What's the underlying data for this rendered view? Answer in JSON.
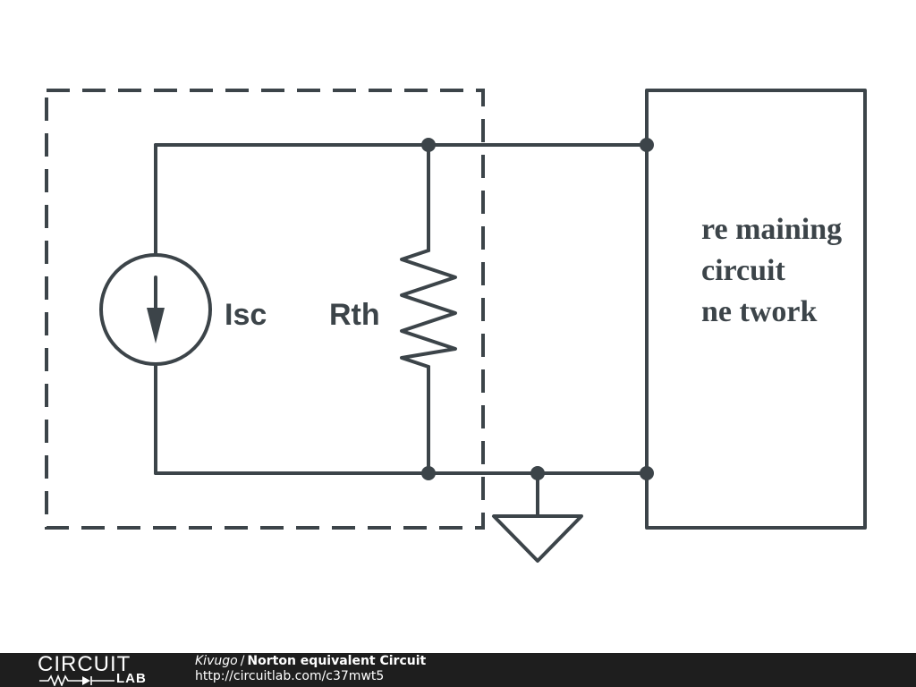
{
  "schematic": {
    "source_label": "Isc",
    "resistor_label": "Rth",
    "network_label_lines": [
      "re maining",
      "circuit",
      "ne twork"
    ]
  },
  "footer": {
    "logo_top": "CIRCUIT",
    "logo_bottom": "LAB",
    "author": "Kivugo",
    "separator": "/",
    "title": "Norton equivalent Circuit",
    "url": "http://circuitlab.com/c37mwt5"
  },
  "colors": {
    "wire": "#3c4449",
    "footer_bg": "#1e1e1e"
  }
}
